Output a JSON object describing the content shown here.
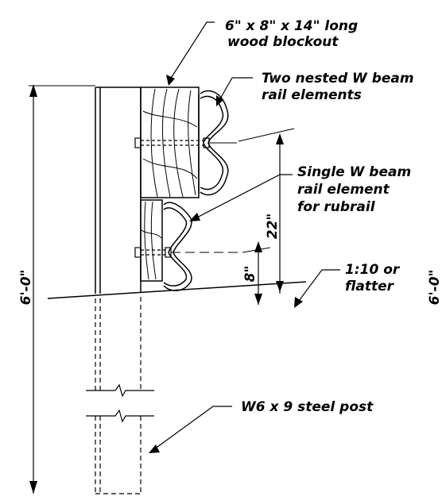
{
  "labels": {
    "blockout_line1": "6\" x 8\" x 14\" long",
    "blockout_line2": "wood blockout",
    "nested_line1": "Two nested W beam",
    "nested_line2": "rail elements",
    "single_line1": "Single W beam",
    "single_line2": "rail element",
    "single_line3": "for rubrail",
    "slope_line1": "1:10 or",
    "slope_line2": "flatter",
    "post": "W6 x 9 steel post"
  },
  "dimensions": {
    "overall_height": "6'-0\"",
    "overall_height_clipped": "6'-0\"",
    "rail_height": "22\"",
    "rubrail_height": "8\""
  },
  "colors": {
    "line": "#000000",
    "background": "#ffffff"
  }
}
